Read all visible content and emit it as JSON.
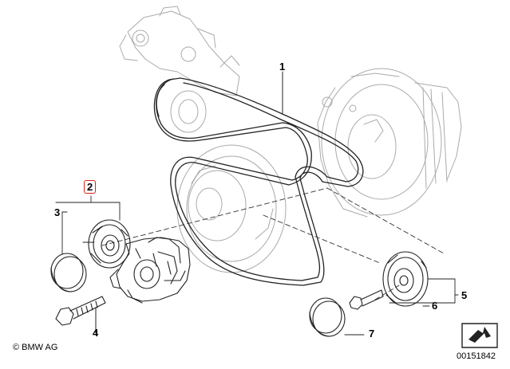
{
  "callouts": {
    "c1": "1",
    "c2": "2",
    "c3": "3",
    "c4": "4",
    "c5": "5",
    "c6": "6",
    "c7": "7"
  },
  "highlight_color": "#e0221a",
  "copyright": "© BMW AG",
  "document_number": "00151842",
  "icons": [
    "navigation-arrow-icon"
  ]
}
